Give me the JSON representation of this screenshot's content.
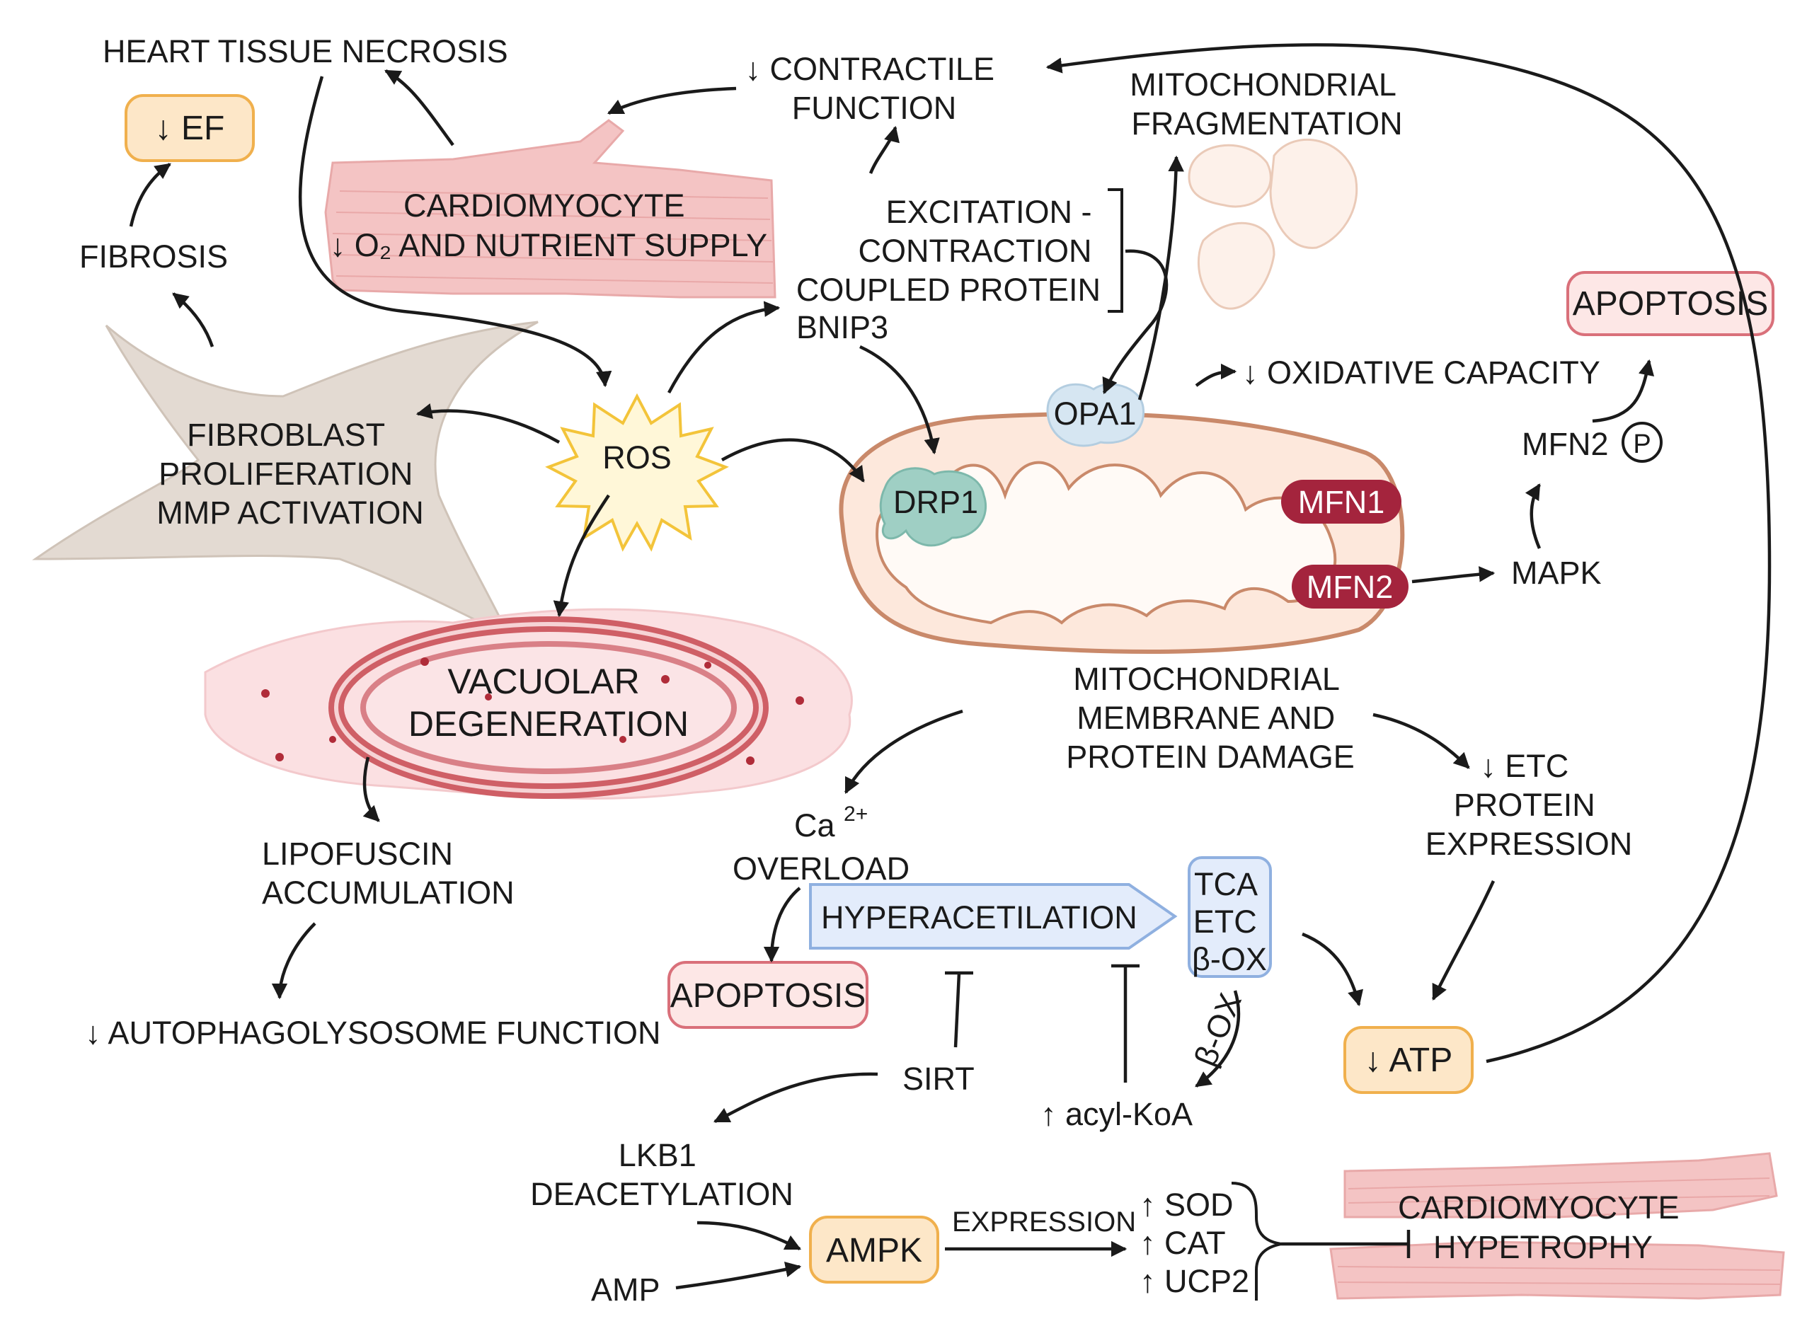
{
  "labels": {
    "heart_tissue_necrosis": "HEART TISSUE NECROSIS",
    "decreased_ef": "↓ EF",
    "fibrosis": "FIBROSIS",
    "decreased_contractile_function": [
      "↓ CONTRACTILE",
      "FUNCTION"
    ],
    "cardiomyocyte_supply": [
      "CARDIOMYOCYTE",
      "↓ O₂ AND NUTRIENT SUPPLY"
    ],
    "mitochondrial_fragmentation": [
      "MITOCHONDRIAL",
      "FRAGMENTATION"
    ],
    "excitation_contraction": [
      "EXCITATION -",
      "CONTRACTION",
      "COUPLED PROTEIN"
    ],
    "bnip3": "BNIP3",
    "apoptosis_top": "APOPTOSIS",
    "decreased_oxidative_capacity": "↓ OXIDATIVE CAPACITY",
    "fibroblast": [
      "FIBROBLAST",
      "PROLIFERATION",
      "MMP ACTIVATION"
    ],
    "ros": "ROS",
    "opa1": "OPA1",
    "drp1": "DRP1",
    "mfn1": "MFN1",
    "mfn2": "MFN2",
    "mfn2_p": "MFN2",
    "phospho": "P",
    "mapk": "MAPK",
    "vacuolar_degeneration": [
      "VACUOLAR",
      "DEGENERATION"
    ],
    "mito_damage": [
      "MITOCHONDRIAL",
      "MEMBRANE AND",
      "PROTEIN DAMAGE"
    ],
    "decreased_etc_expression": [
      "↓ ETC",
      "PROTEIN",
      "EXPRESSION"
    ],
    "lipofuscin": [
      "LIPOFUSCIN",
      "ACCUMULATION"
    ],
    "ca": "Ca",
    "ca_sup": "2+",
    "overload": "OVERLOAD",
    "hyperacetilation": "HYPERACETILATION",
    "tca_etc_box": [
      "TCA",
      "ETC",
      "β-OX"
    ],
    "apoptosis_bottom": "APOPTOSIS",
    "decreased_autophagolysosome": "↓ AUTOPHAGOLYSOSOME FUNCTION",
    "beta_ox_arrow": "β-OX",
    "decreased_atp": "↓ ATP",
    "sirt": "SIRT",
    "increased_acyl_koa": "↑ acyl-KoA",
    "lkb1": [
      "LKB1",
      "DEACETYLATION"
    ],
    "ampk": "AMPK",
    "amp": "AMP",
    "expression": "EXPRESSION",
    "enzymes": [
      "↑ SOD",
      "↑ CAT",
      "↑ UCP2"
    ],
    "cardiomyocyte_hypertrophy": [
      "CARDIOMYOCYTE",
      "HYPETROPHY"
    ]
  },
  "colors": {
    "text": "#1a1a1a",
    "orange_box_fill": "#fde7c8",
    "orange_box_stroke": "#f0b04d",
    "red_box_fill": "#fde7e6",
    "red_box_stroke": "#d9707a",
    "blue_box_fill": "#e3ecfb",
    "blue_box_stroke": "#8fb0e0",
    "muscle_fill": "#f4c4c4",
    "fibroblast_fill": "#e3dad2",
    "ros_fill": "#fff7d8",
    "ros_stroke": "#f3c43a",
    "mito_outer_fill": "#fde8dc",
    "mito_stroke": "#c9896a",
    "opa1_fill": "#d6e6f2",
    "drp1_fill": "#9fcfc4",
    "mfn_fill": "#a4243d",
    "vacuole_ring": "#cf5f66"
  }
}
